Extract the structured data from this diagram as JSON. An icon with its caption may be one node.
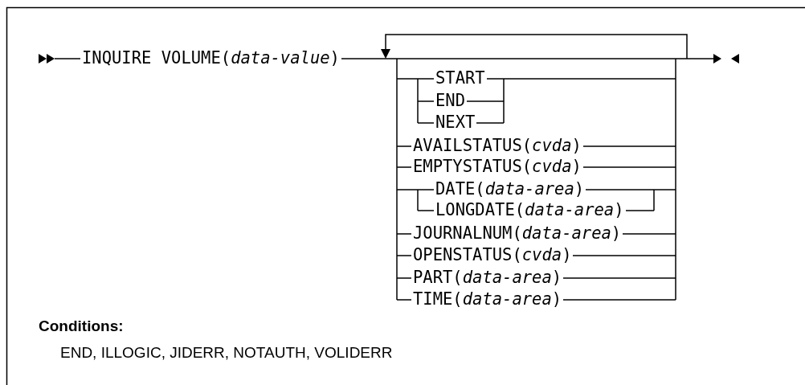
{
  "diagram": {
    "labels": [
      "INQUIRE VOLUME(*data-value*)",
      "START",
      "END",
      "NEXT",
      "AVAILSTATUS(*cvda*)",
      "EMPTYSTATUS(*cvda*)",
      "DATE(*data-area*)",
      "LONGDATE(*data-area*)",
      "JOURNALNUM(*data-area*)",
      "OPENSTATUS(*cvda*)",
      "PART(*data-area*)",
      "TIME(*data-area*)",
      "Conditions:",
      "END, ILLOGIC, JIDERR, NOTAUTH, VOLIDERR"
    ]
  }
}
